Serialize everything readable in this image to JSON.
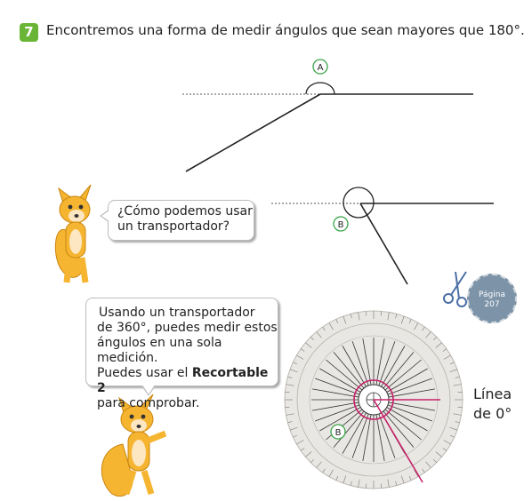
{
  "exercise": {
    "number": "7",
    "instruction": "Encontremos una forma de medir ángulos que sean mayores que 180°."
  },
  "angle_labels": {
    "a": "A",
    "b": "B",
    "b_protractor": "B"
  },
  "bubble_question": {
    "line1": "¿Cómo podemos usar",
    "line2": "un transportador?"
  },
  "bubble_answer": {
    "line1": "Usando un transportador",
    "line2": "de 360°, puedes medir estos",
    "line3": "ángulos en una sola medición.",
    "line4_prefix": "Puedes usar el ",
    "line4_bold": "Recortable 2",
    "line5": "para comprobar."
  },
  "zero_line_label": {
    "line1": "Línea",
    "line2": "de 0°"
  },
  "page_reference": {
    "label": "Página",
    "number": "207"
  },
  "icons": [
    "scissors-icon",
    "fox-character"
  ],
  "colors": {
    "badge": "#6bb536",
    "label_circle": "#3aa447",
    "protractor_mark": "#c8226a"
  }
}
